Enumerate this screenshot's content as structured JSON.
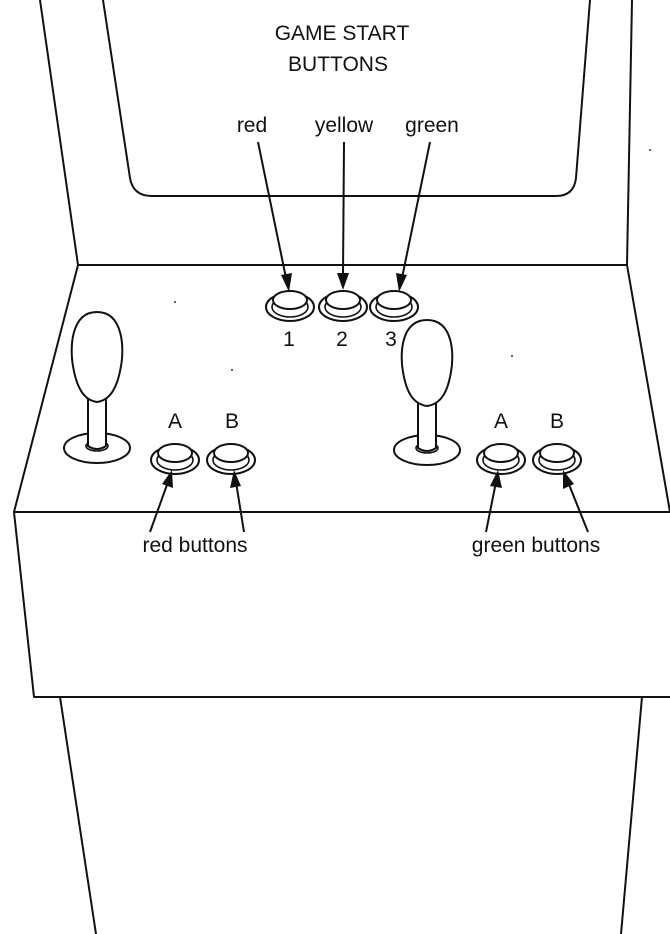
{
  "labels": {
    "game_start_line1": "GAME START",
    "game_start_line2": "BUTTONS",
    "red": "red",
    "yellow": "yellow",
    "green": "green",
    "num1": "1",
    "num2": "2",
    "num3": "3",
    "left_a": "A",
    "left_b": "B",
    "right_a": "A",
    "right_b": "B",
    "red_buttons": "red buttons",
    "green_buttons": "green buttons"
  },
  "colors": {
    "line": "#111111",
    "background": "#ffffff"
  }
}
